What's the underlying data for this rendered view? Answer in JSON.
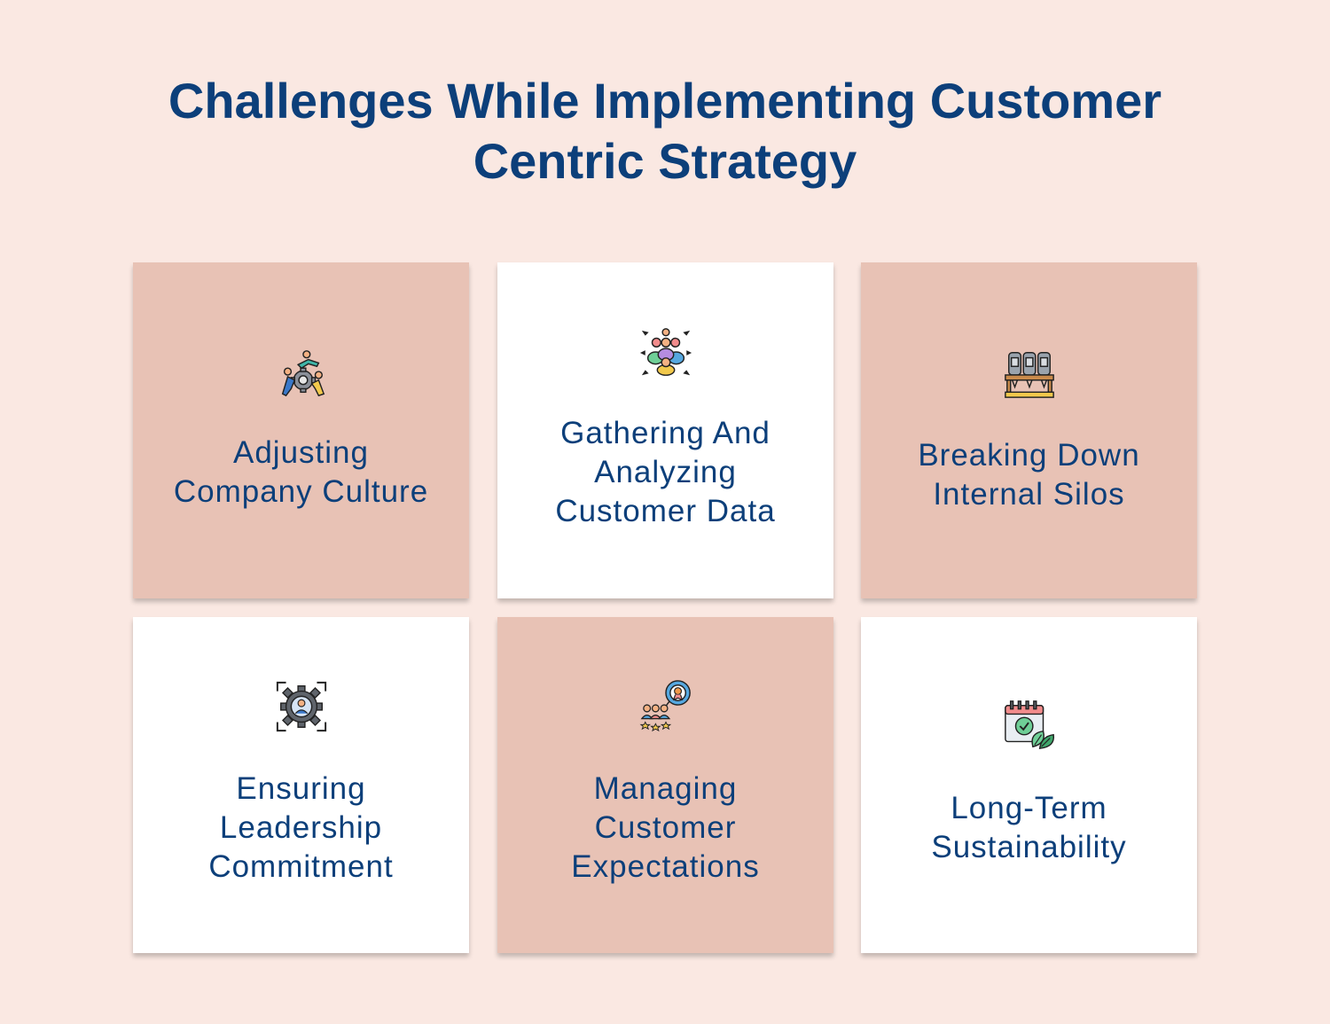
{
  "title": {
    "line1": "Challenges While Implementing Customer",
    "line2": "Centric Strategy"
  },
  "cards": [
    {
      "icon": "team-gear-people-icon",
      "lines": [
        "Adjusting",
        "Company Culture"
      ]
    },
    {
      "icon": "group-data-arrows-icon",
      "lines": [
        "Gathering And",
        "Analyzing",
        "Customer Data"
      ]
    },
    {
      "icon": "silos-tanks-icon",
      "lines": [
        "Breaking Down",
        "Internal Silos"
      ]
    },
    {
      "icon": "gear-person-focus-icon",
      "lines": [
        "Ensuring",
        "Leadership",
        "Commitment"
      ]
    },
    {
      "icon": "customers-rating-badge-icon",
      "lines": [
        "Managing",
        "Customer",
        "Expectations"
      ]
    },
    {
      "icon": "calendar-leaf-check-icon",
      "lines": [
        "Long-Term",
        "Sustainability"
      ]
    }
  ],
  "colors": {
    "background": "#fae8e2",
    "card_pink": "#e8c2b5",
    "card_white": "#ffffff",
    "text": "#0c3f7a"
  }
}
